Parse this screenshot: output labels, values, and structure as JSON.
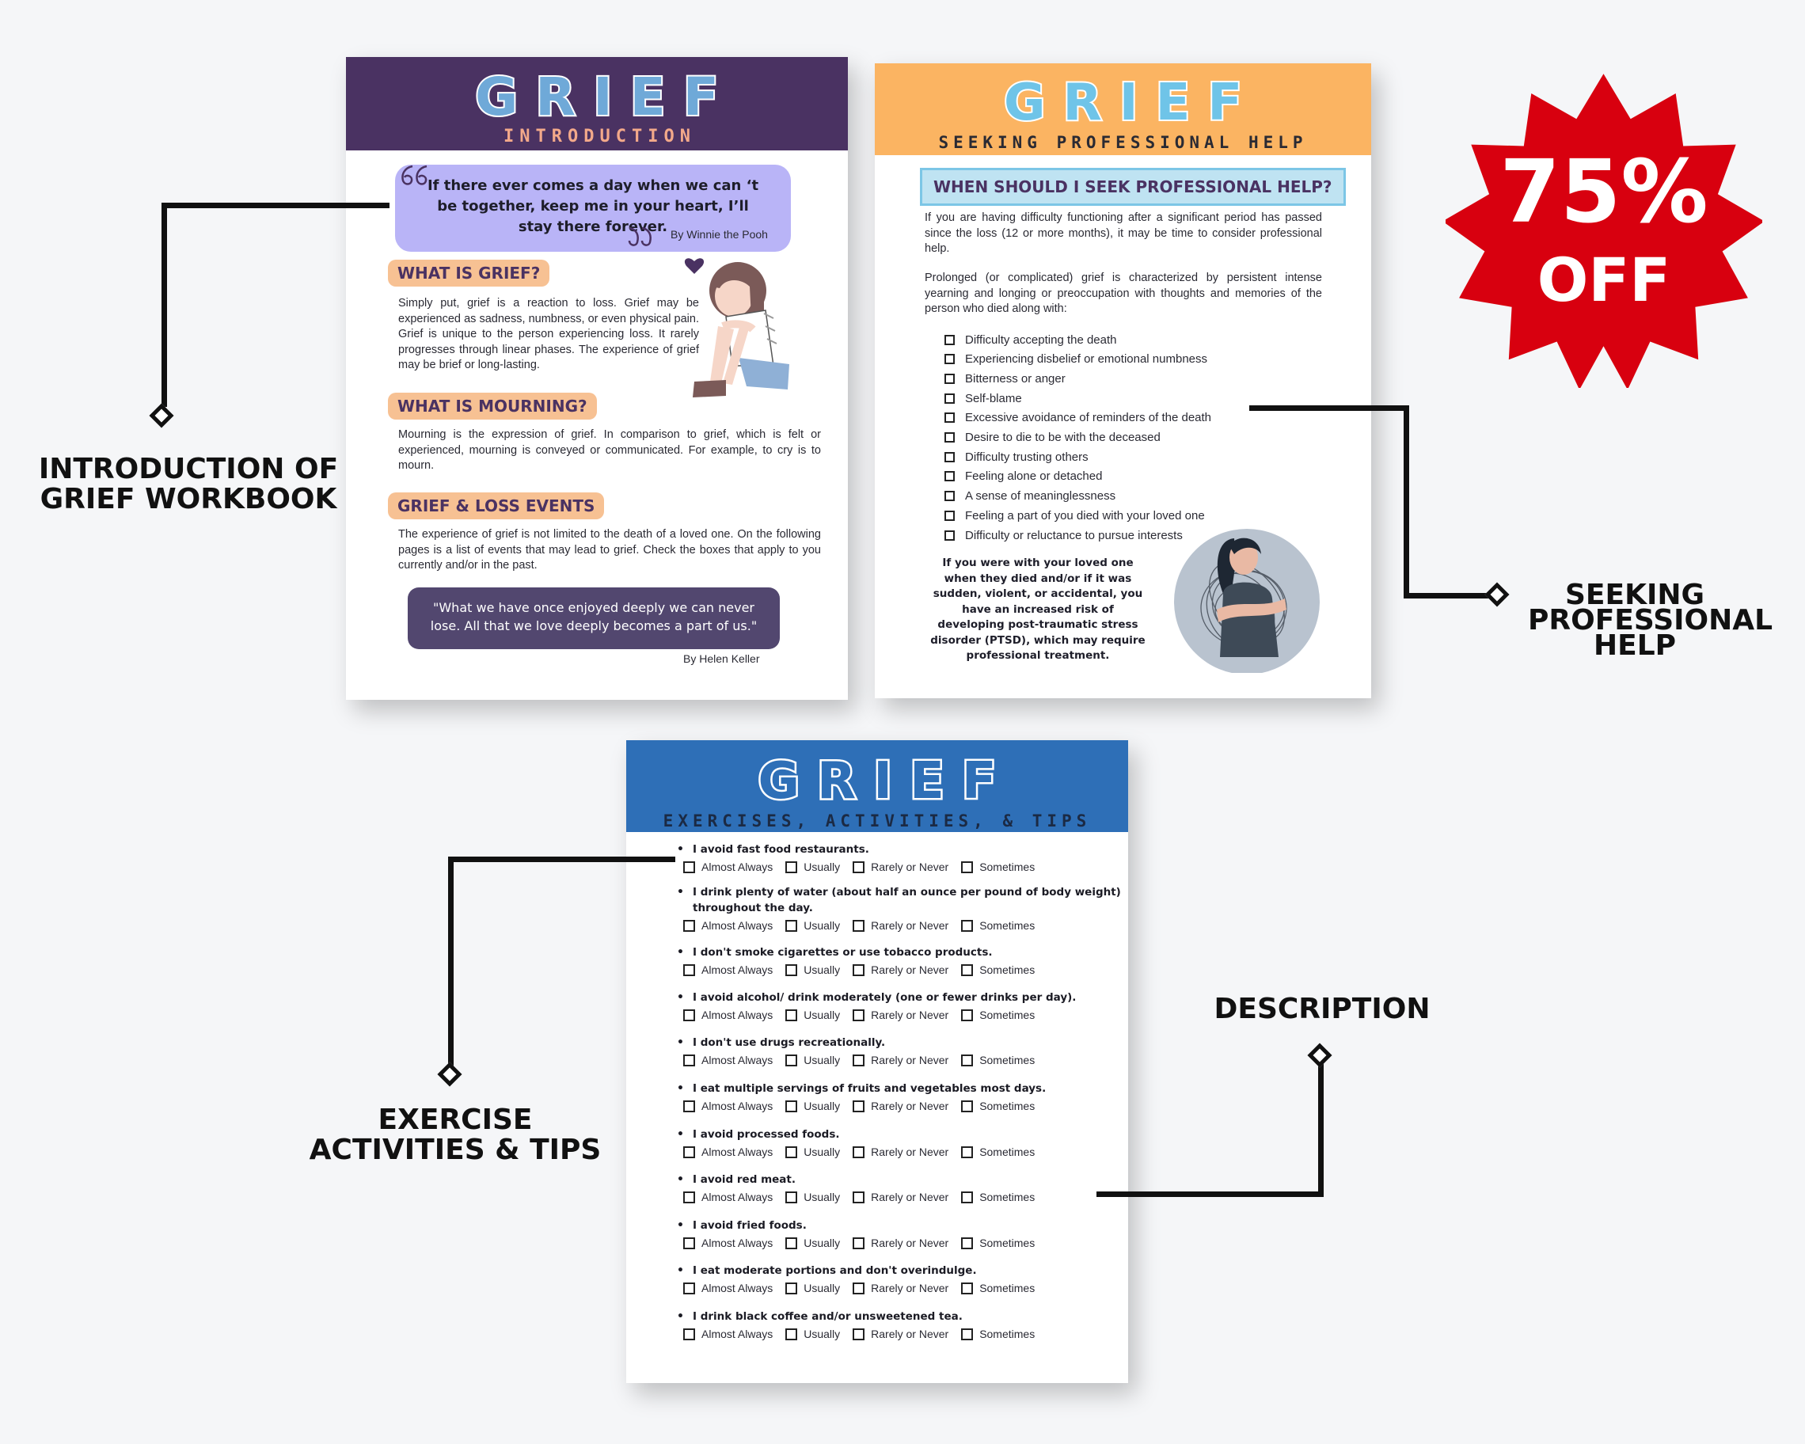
{
  "page1": {
    "brand": "GRIEF",
    "subtitle": "INTRODUCTION",
    "quote_top": "If there ever comes a day when we can ‘t be together, keep me in your heart, I’ll stay there forever.",
    "quote_top_author": "By Winnie the Pooh",
    "section1_title": "WHAT IS GRIEF?",
    "section1_text": "Simply put, grief is a reaction to loss. Grief may be experienced as sadness, numbness, or even physical pain. Grief is unique to the person experiencing loss. It rarely progresses through linear phases. The experience of grief may be brief or long-lasting.",
    "section2_title": "WHAT IS MOURNING?",
    "section2_text": "Mourning is the expression of grief. In comparison to grief, which is felt or experienced, mourning is conveyed or communicated. For example, to cry is to mourn.",
    "section3_title": "GRIEF & LOSS EVENTS",
    "section3_text": "The experience of grief is not limited to the death of a loved one. On the following pages is a list of events that may lead to grief. Check the boxes that apply to you currently and/or in the past.",
    "quote_bottom": "\"What we have once enjoyed deeply we can never lose. All that we love deeply becomes a part of us.\"",
    "quote_bottom_author": "By Helen Keller"
  },
  "page2": {
    "brand": "GRIEF",
    "subtitle": "SEEKING PROFESSIONAL HELP",
    "question": "WHEN SHOULD I SEEK PROFESSIONAL HELP?",
    "para1": "If you are having difficulty functioning after a significant period has passed since the loss (12 or more months), it may be time to consider professional help.",
    "para2": "Prolonged (or complicated) grief is characterized by persistent intense yearning and longing or preoccupation with thoughts and memories of the person who died along with:",
    "checklist": [
      "Difficulty accepting the death",
      "Experiencing disbelief or emotional numbness",
      "Bitterness or anger",
      "Self-blame",
      "Excessive avoidance of reminders of the death",
      "Desire to die to be with the deceased",
      "Difficulty trusting others",
      "Feeling alone or detached",
      "A sense of meaninglessness",
      "Feeling a part of you died with your loved one",
      "Difficulty or reluctance to pursue interests"
    ],
    "ptsd_note": "If you were with your loved one when they died and/or if it was sudden, violent, or accidental, you have an increased risk of developing post-traumatic stress disorder (PTSD), which may require professional treatment."
  },
  "page3": {
    "brand": "GRIEF",
    "subtitle": "EXERCISES, ACTIVITIES, & TIPS",
    "options": [
      "Almost Always",
      "Usually",
      "Rarely or Never",
      "Sometimes"
    ],
    "items": [
      "I avoid fast food restaurants.",
      "I drink plenty of water (about half an ounce per pound of body weight) throughout the day.",
      "I don't smoke cigarettes or use tobacco products.",
      "I avoid alcohol/ drink moderately (one or fewer drinks per day).",
      "I don't use drugs recreationally.",
      "I eat multiple servings of fruits and vegetables most days.",
      "I avoid processed foods.",
      "I avoid red meat.",
      "I avoid fried foods.",
      "I eat moderate portions and don't overindulge.",
      "I drink black coffee and/or unsweetened tea."
    ]
  },
  "badge": {
    "percent": "75%",
    "off": "OFF",
    "color": "#d8000f"
  },
  "callouts": {
    "intro": "INTRODUCTION OF GRIEF WORKBOOK",
    "seeking": "SEEKING PROFESSIONAL HELP",
    "exercise": "EXERCISE ACTIVITIES & TIPS",
    "description": "DESCRIPTION"
  },
  "colors": {
    "page1_header": "#4a3262",
    "page2_header": "#fbb462",
    "page3_header": "#2e6fb7",
    "lavender": "#b9b4f7",
    "peach": "#f7c193"
  }
}
